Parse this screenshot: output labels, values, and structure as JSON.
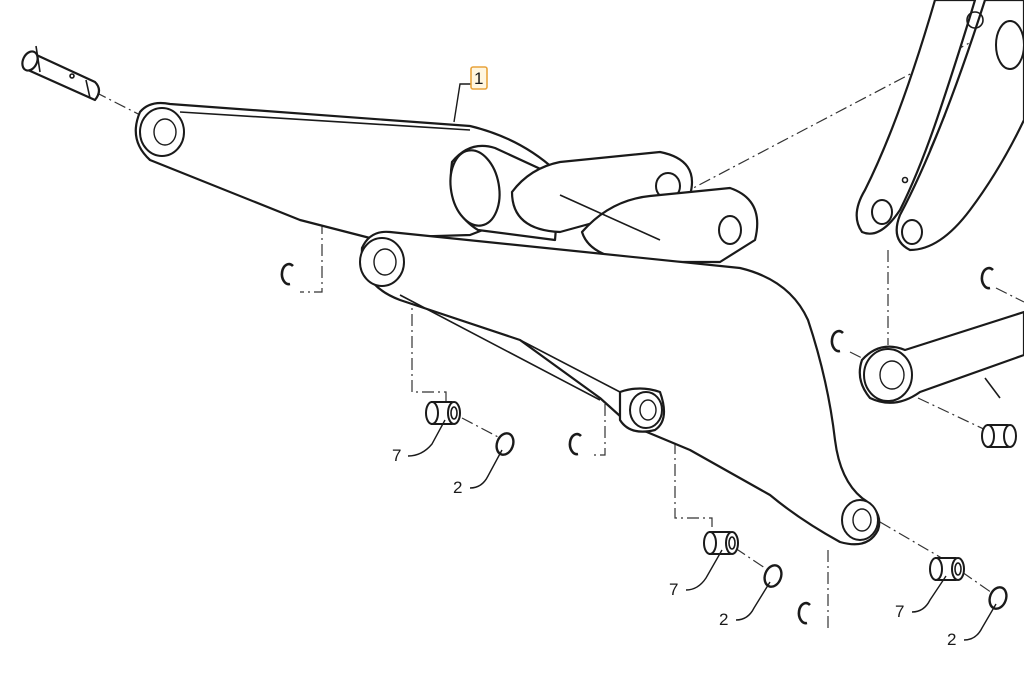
{
  "callouts": [
    {
      "id": "c1",
      "number": "1",
      "highlighted": true
    },
    {
      "id": "c7a",
      "number": "7"
    },
    {
      "id": "c2a",
      "number": "2"
    },
    {
      "id": "c7b",
      "number": "7"
    },
    {
      "id": "c2b",
      "number": "2"
    },
    {
      "id": "c7c",
      "number": "7"
    },
    {
      "id": "c2c",
      "number": "2"
    }
  ],
  "colors": {
    "line": "#1a1a1a",
    "highlight_border": "#e8a33c",
    "highlight_fill": "#fff6e0"
  }
}
